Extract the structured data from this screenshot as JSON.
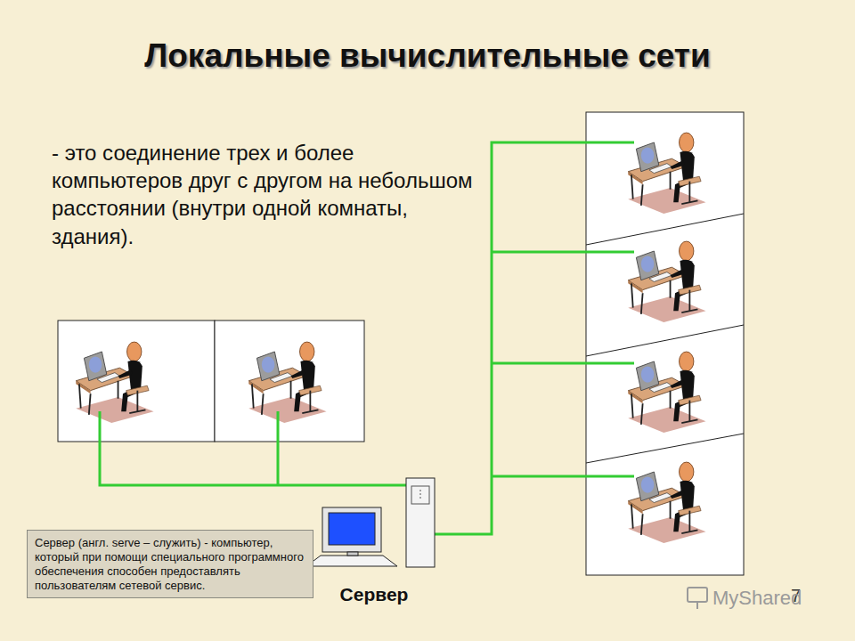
{
  "diagram": {
    "title": "Локальные вычислительные сети",
    "nodes": [
      {
        "text": [
          "Сервер"
        ]
      },
      {
        "text": [
          "Сервер (англ. serve – служить) - компьютер, который при помощи специального программного обеспечения способен предоставлять пользователям сетевой сервис."
        ]
      }
    ],
    "labels": [
      "- это соединение трех и более компьютеров друг с другом на небольшом расстоянии (внутри одной комнаты, здания).",
      "7",
      "MyShared"
    ]
  }
}
